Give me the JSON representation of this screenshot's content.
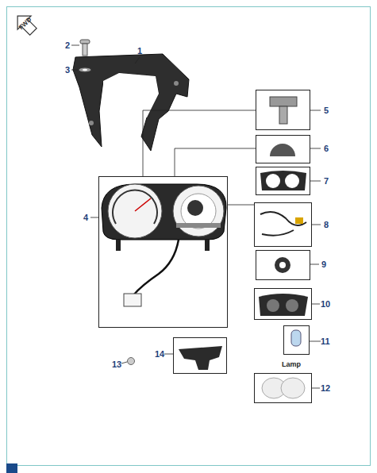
{
  "diagram": {
    "labels": [
      "FWD",
      "1",
      "2",
      "3",
      "4",
      "5",
      "6",
      "7",
      "8",
      "9",
      "10",
      "11",
      "Lamp",
      "12",
      "13",
      "14"
    ]
  }
}
